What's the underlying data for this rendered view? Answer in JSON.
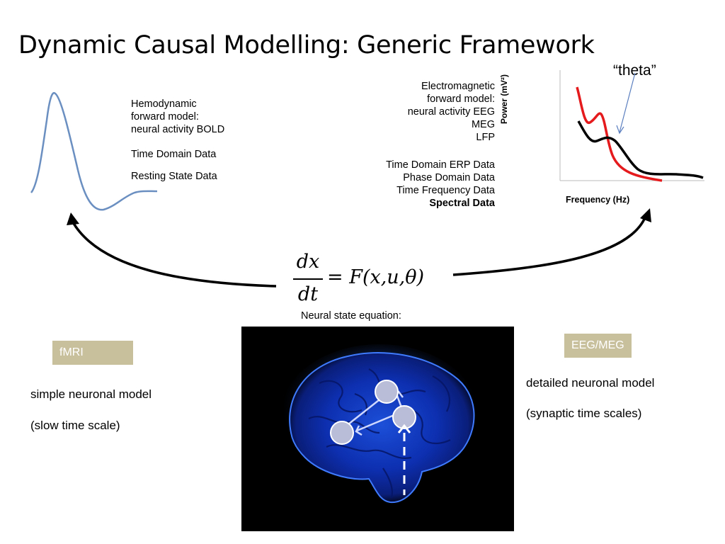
{
  "slide": {
    "title": "Dynamic Causal Modelling: Generic Framework"
  },
  "fmri_block": {
    "lines": [
      "Hemodynamic",
      "forward model:",
      "neural activity BOLD"
    ],
    "data_types": [
      "Time Domain Data",
      "Resting State Data"
    ],
    "label": "fMRI",
    "description_1": "simple neuronal model",
    "description_2": "(slow time scale)"
  },
  "eeg_block": {
    "lines": [
      "Electromagnetic",
      "forward model:",
      "neural activity EEG",
      "MEG",
      "LFP"
    ],
    "data_types": [
      "Time Domain ERP Data",
      "Phase Domain Data",
      "Time Frequency Data"
    ],
    "data_type_bold": "Spectral Data",
    "label": "EEG/MEG",
    "description_1": "detailed neuronal model",
    "description_2": "(synaptic time scales)"
  },
  "spectrum_plot": {
    "annotation": "“theta”",
    "ylabel": "Power (mV²)",
    "xlabel": "Frequency (Hz)",
    "colors": {
      "series_a": "#e41a1c",
      "series_b": "#000000",
      "arrow": "#5b7fbf"
    }
  },
  "equation": {
    "numerator": "dx",
    "denominator": "dt",
    "rhs": "= F(x,u,θ)",
    "caption": "Neural state equation:"
  },
  "colors": {
    "bold_curve": "#6a8fc0",
    "label_box": "#c8bf9c"
  },
  "icons": [
    "bold-response-icon",
    "brain-network-icon"
  ]
}
